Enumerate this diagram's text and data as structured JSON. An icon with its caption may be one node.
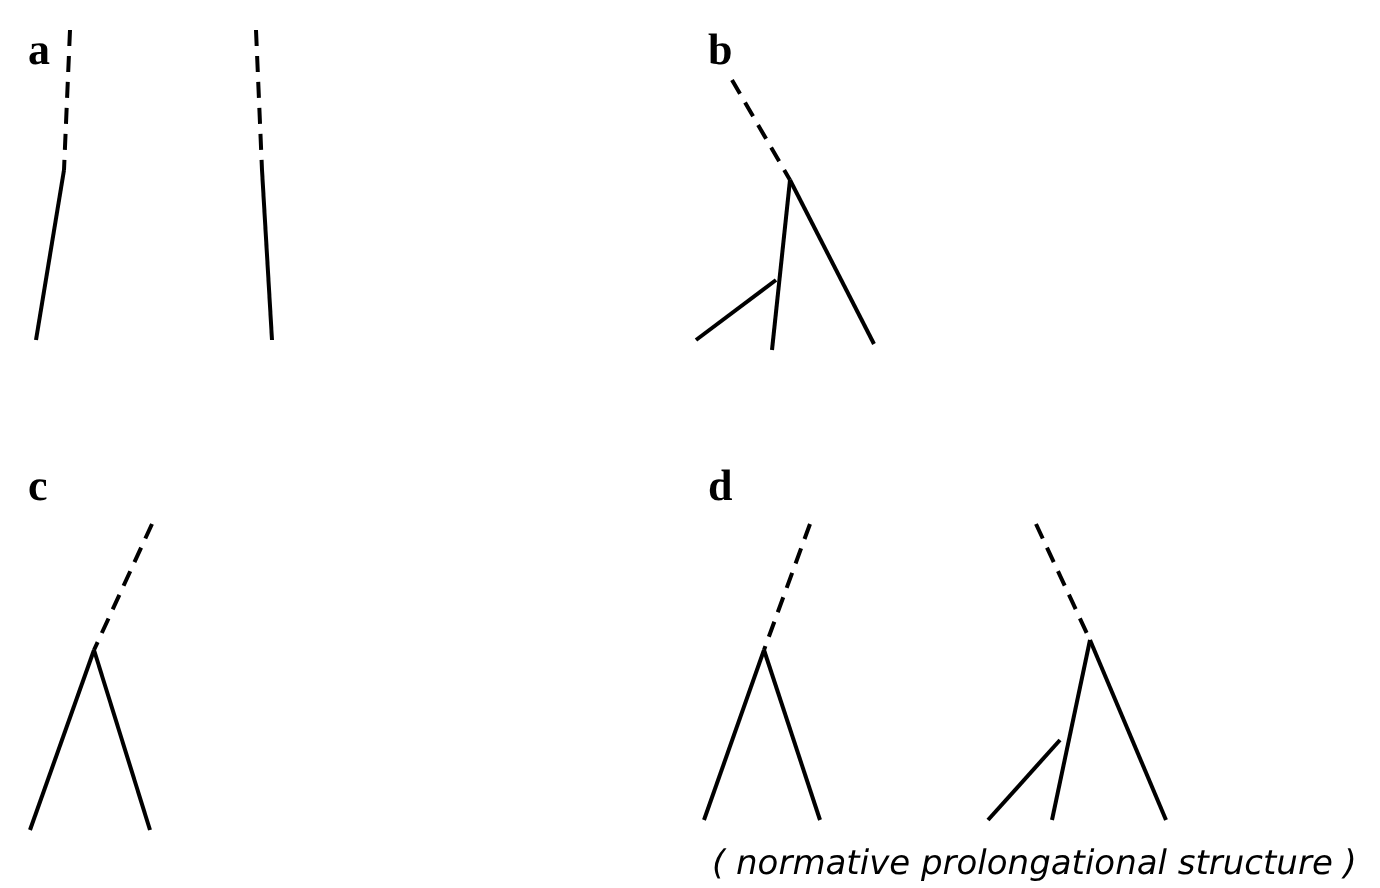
{
  "diagram": {
    "labels": [
      "a",
      "b",
      "c",
      "d",
      "( normative prolongational structure )"
    ]
  }
}
